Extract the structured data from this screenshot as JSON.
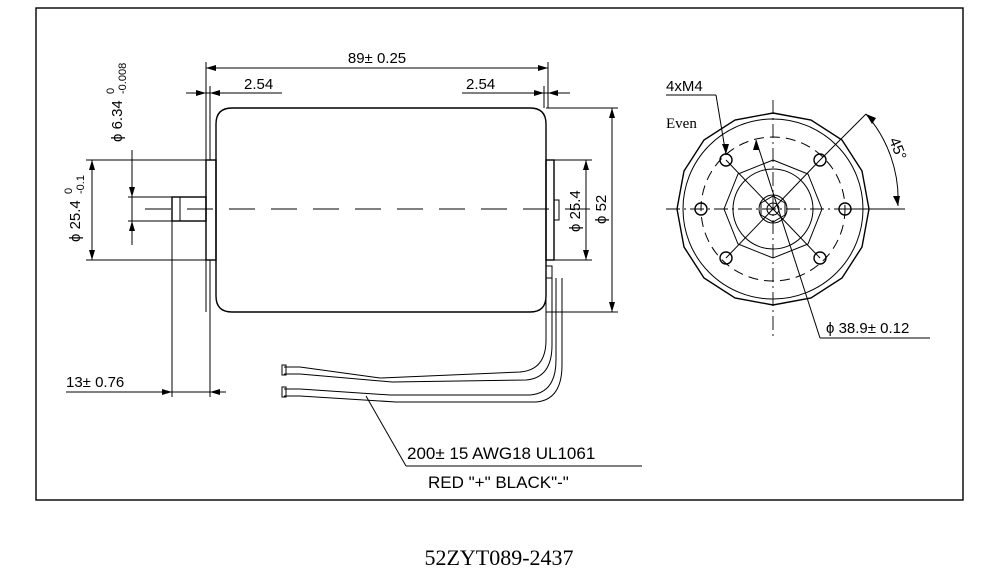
{
  "dims": {
    "total_length": "89± 0.25",
    "left_step": "2.54",
    "right_step": "2.54",
    "shaft_dia_label": "ϕ 6.34",
    "shaft_dia_tol_upper": "0",
    "shaft_dia_tol_lower": "-0.008",
    "pilot_dia_label": "ϕ 25.4",
    "pilot_dia_tol_upper": "0",
    "pilot_dia_tol_lower": "-0.1",
    "rear_boss_dia": "ϕ 25.4",
    "body_dia": "ϕ 52",
    "shaft_length": "13± 0.76",
    "holes": "4xM4",
    "holes_note": "Even",
    "angle": "45°",
    "bolt_circle": "ϕ 38.9± 0.12"
  },
  "leads": {
    "line1": "200± 15 AWG18 UL1061",
    "line2": "RED \"+\" BLACK\"-\""
  },
  "caption": "52ZYT089-2437"
}
